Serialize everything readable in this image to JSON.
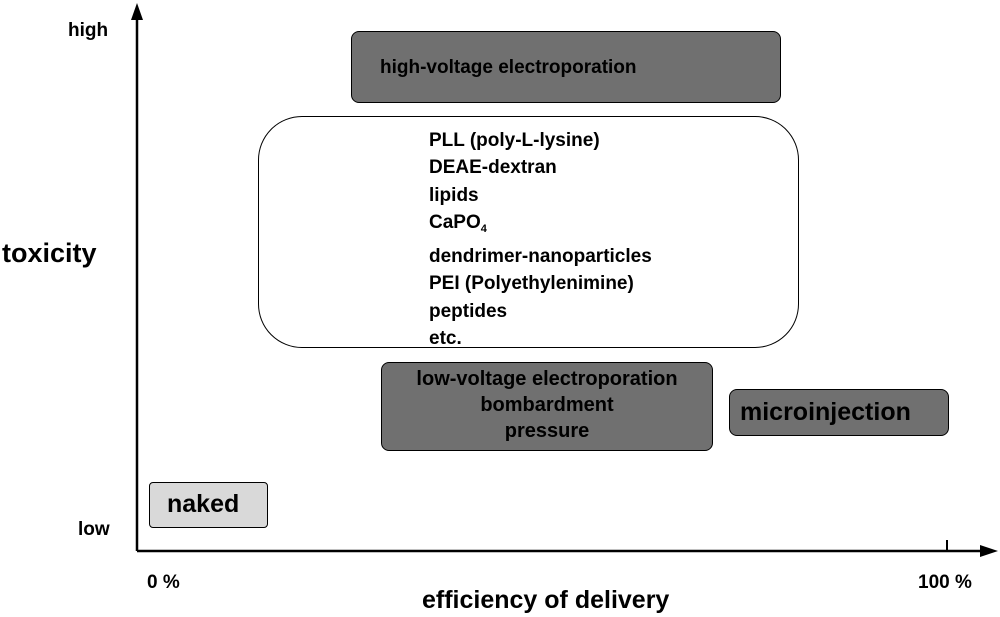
{
  "axes": {
    "y_label": "toxicity",
    "y_high": "high",
    "y_low": "low",
    "x_label": "efficiency of delivery",
    "x_start": "0 %",
    "x_end": "100 %"
  },
  "boxes": {
    "high_voltage": {
      "label": "high-voltage electroporation"
    },
    "chemical": {
      "items": [
        {
          "text": "PLL (poly-L-lysine)"
        },
        {
          "text": "DEAE-dextran"
        },
        {
          "text": "lipids"
        },
        {
          "text": "CaPO",
          "sub": "4"
        },
        {
          "text": "dendrimer-nanoparticles"
        },
        {
          "text": "PEI (Polyethylenimine)"
        },
        {
          "text": "peptides"
        },
        {
          "text": "etc."
        }
      ]
    },
    "physical": {
      "lines": [
        "low-voltage electroporation",
        "bombardment",
        "pressure"
      ]
    },
    "microinjection": {
      "label": "microinjection"
    },
    "naked": {
      "label": "naked"
    }
  },
  "colors": {
    "dark_box": "#707070",
    "light_box": "#d9d9d9",
    "axis": "#000000"
  }
}
